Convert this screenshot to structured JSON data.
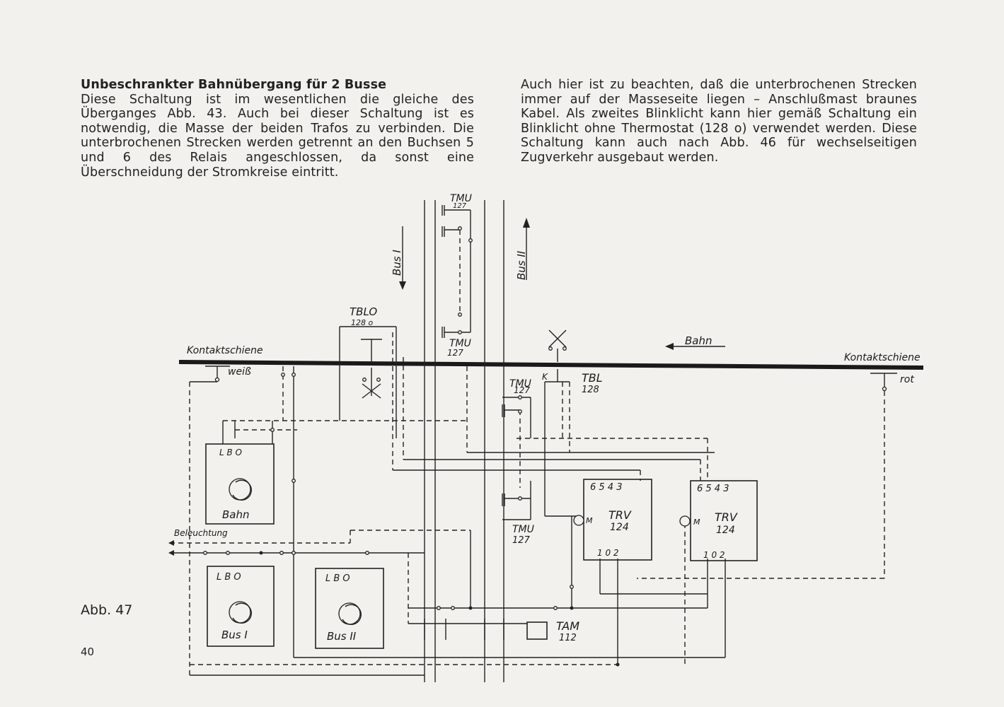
{
  "text": {
    "heading": "Unbeschrankter Bahnübergang für 2 Busse",
    "left_body": "Diese Schaltung ist im wesentlichen die gleiche des Überganges Abb. 43. Auch bei dieser Schaltung ist es notwendig, die Masse der beiden Trafos zu verbinden. Die unterbrochenen Strecken werden getrennt an den Buchsen 5 und 6 des Relais angeschlossen, da sonst eine Überschneidung der Stromkreise eintritt.",
    "right_body": "Auch hier ist zu beachten, daß die unterbrochenen Strecken immer auf der Masseseite liegen – Anschlußmast braunes Kabel. Als zweites Blinklicht kann hier gemäß Schaltung ein Blinklicht ohne Thermostat (128 o) verwendet werden. Diese Schaltung kann auch nach Abb. 46 für wechselseitigen Zugverkehr ausgebaut werden."
  },
  "figure_caption": "Abb. 47",
  "page_number": "40",
  "diagram": {
    "labels": {
      "kontaktschiene_left": "Kontaktschiene",
      "kontaktschiene_right": "Kontaktschiene",
      "weiss": "weiß",
      "rot": "rot",
      "bahn_direction": "Bahn",
      "bus1_direction": "Bus I",
      "bus2_direction": "Bus II",
      "beleuchtung": "Beleuchtung",
      "tblo_name": "TBLO",
      "tblo_num": "128 o",
      "tbl_name": "TBL",
      "tbl_num": "128",
      "k": "K",
      "tmu_top_name": "TMU",
      "tmu_top_num": "127",
      "tmu_mid_name": "TMU",
      "tmu_mid_num": "127",
      "tmu_right_name": "TMU",
      "tmu_right_num": "127",
      "tmu_low_name": "TMU",
      "tmu_low_num": "127",
      "tam_name": "TAM",
      "tam_num": "112"
    },
    "transformers": [
      {
        "terminals": "L  B  O",
        "name": "Bahn"
      },
      {
        "terminals": "L  B  O",
        "name": "Bus I"
      },
      {
        "terminals": "L  B  O",
        "name": "Bus II"
      }
    ],
    "relays": [
      {
        "top": "6  5  4  3",
        "name": "TRV",
        "num": "124",
        "bottom": "1   0   2",
        "m": "M"
      },
      {
        "top": "6  5  4  3",
        "name": "TRV",
        "num": "124",
        "bottom": "1   0   2",
        "m": "M"
      }
    ]
  }
}
